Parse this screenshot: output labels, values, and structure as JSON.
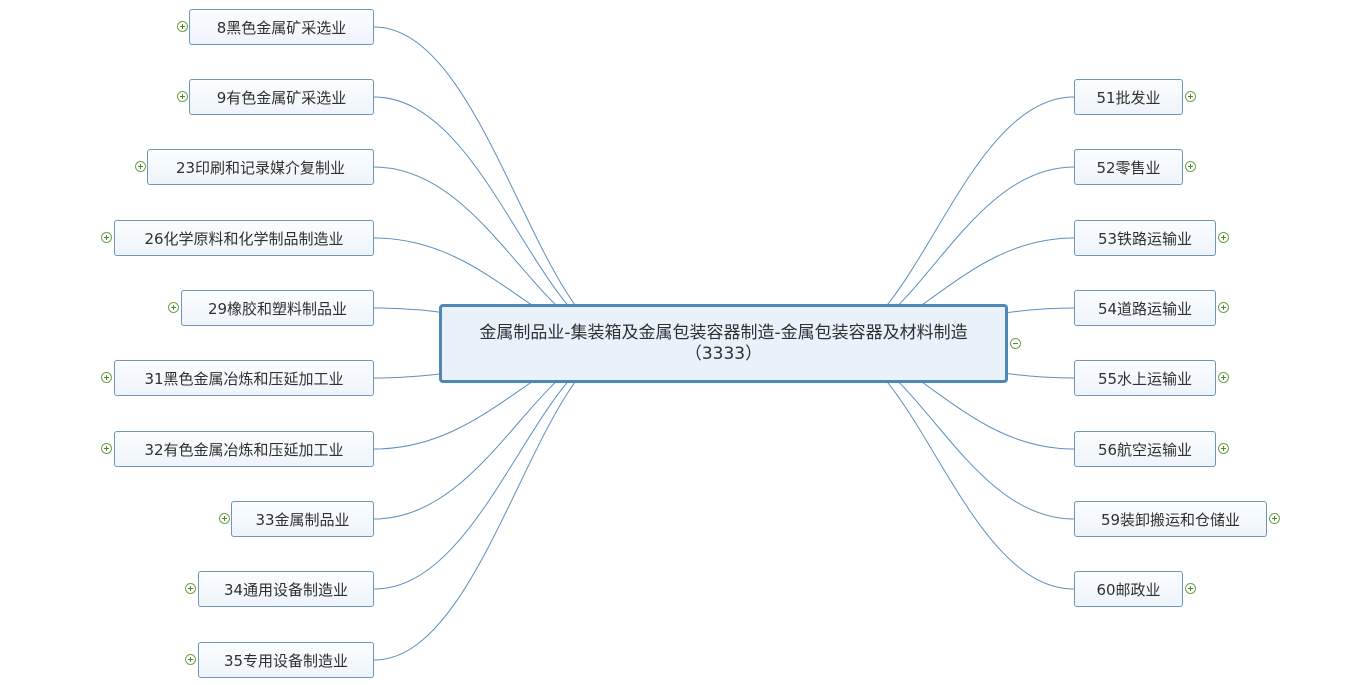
{
  "central_topic": "金属制品业-集装箱及金属包装容器制造-金属包装容器及材料制造（3333）",
  "left_topics": [
    {
      "label": "8黑色金属矿采选业"
    },
    {
      "label": "9有色金属矿采选业"
    },
    {
      "label": "23印刷和记录媒介复制业"
    },
    {
      "label": "26化学原料和化学制品制造业"
    },
    {
      "label": "29橡胶和塑料制品业"
    },
    {
      "label": "31黑色金属冶炼和压延加工业"
    },
    {
      "label": "32有色金属冶炼和压延加工业"
    },
    {
      "label": "33金属制品业"
    },
    {
      "label": "34通用设备制造业"
    },
    {
      "label": "35专用设备制造业"
    }
  ],
  "right_topics": [
    {
      "label": "51批发业"
    },
    {
      "label": "52零售业"
    },
    {
      "label": "53铁路运输业"
    },
    {
      "label": "54道路运输业"
    },
    {
      "label": "55水上运输业"
    },
    {
      "label": "56航空运输业"
    },
    {
      "label": "59装卸搬运和仓储业"
    },
    {
      "label": "60邮政业"
    }
  ],
  "colors": {
    "connector": "#5d8fbf",
    "node_border": "#6f95b8",
    "center_border": "#4f87b6",
    "toggle": "#6ea24a"
  },
  "icons": {
    "expand": "plus-circle-icon",
    "collapse": "minus-circle-icon"
  }
}
